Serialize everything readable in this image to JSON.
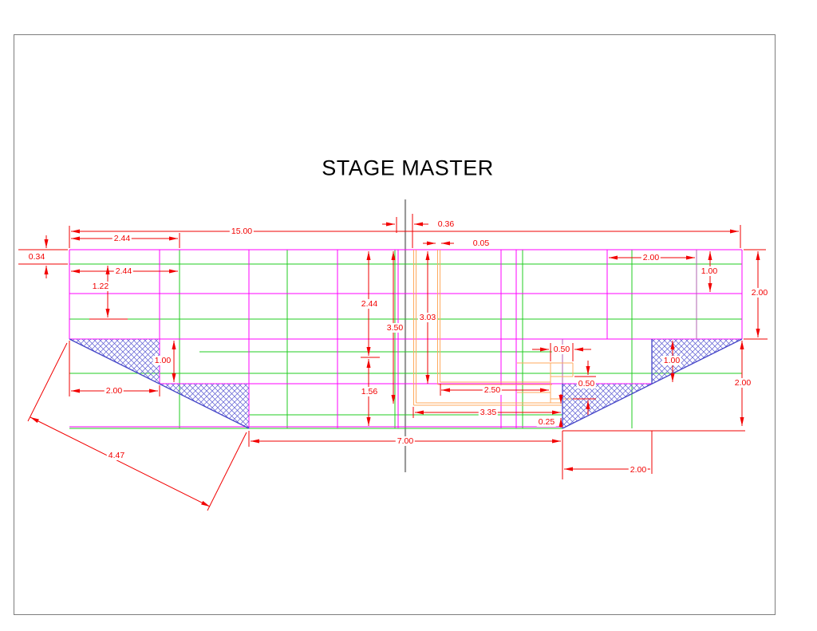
{
  "page": {
    "title": "STAGE MASTER"
  },
  "dims": {
    "overall_width": "15.00",
    "top_left_width": "2.44",
    "lip_height": "0.34",
    "top_left_width_2": "2.44",
    "left_height": "1.22",
    "center_offset": "0.36",
    "wall_thickness": "0.05",
    "top_right_width": "2.00",
    "top_right_height": "1.00",
    "right_upper_height": "2.00",
    "center_height_244": "2.44",
    "center_height_350": "3.50",
    "center_height_303": "3.03",
    "lower_height_156": "1.56",
    "channel_width_250": "2.50",
    "channel_width_335": "3.35",
    "step_height_025": "0.25",
    "bottom_span": "7.00",
    "left_tri_width": "2.00",
    "left_tri_height": "1.00",
    "left_tri_hypotenuse": "4.47",
    "right_step_width": "0.50",
    "right_step_height": "0.50",
    "right_tri_height": "1.00",
    "right_lower_height": "2.00",
    "right_tri_width": "2.00"
  },
  "colors": {
    "dimension_red": "#f20000",
    "outline_magenta": "#ff00ff",
    "grid_green": "#22cc22",
    "profile_orange": "#ffaa5e",
    "hatch_blue": "#4646c8",
    "centerline_gray": "#9a9a9a",
    "divider_purple": "#b266b2",
    "border_gray": "#7d7d7d"
  }
}
